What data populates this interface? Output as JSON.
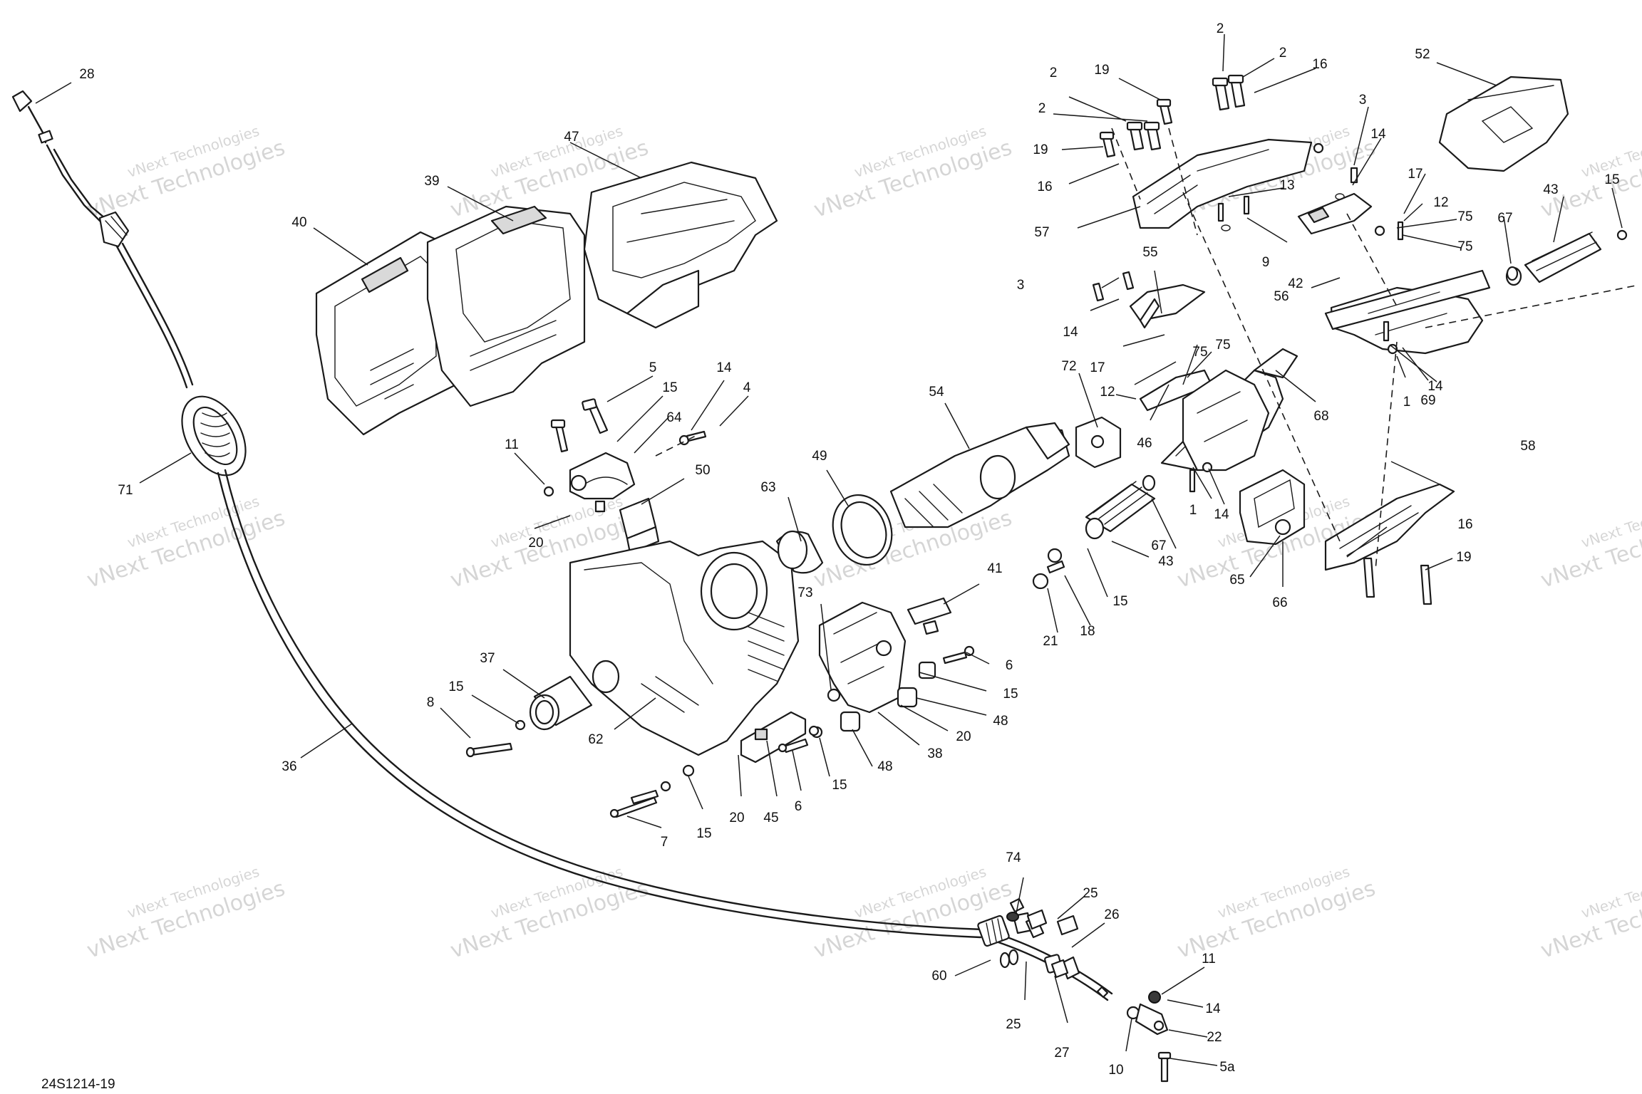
{
  "diagram": {
    "reference_code": "24S1214-19",
    "watermark": {
      "line1": "vNext Technologies",
      "line2": "vNext Technologies"
    },
    "callouts": [
      {
        "id": "c28",
        "label": "28"
      },
      {
        "id": "c47",
        "label": "47"
      },
      {
        "id": "c39",
        "label": "39"
      },
      {
        "id": "c40",
        "label": "40"
      },
      {
        "id": "c71",
        "label": "71"
      },
      {
        "id": "c36",
        "label": "36"
      },
      {
        "id": "c5",
        "label": "5"
      },
      {
        "id": "c15a",
        "label": "15"
      },
      {
        "id": "c14a",
        "label": "14"
      },
      {
        "id": "c4",
        "label": "4"
      },
      {
        "id": "c64",
        "label": "64"
      },
      {
        "id": "c11a",
        "label": "11"
      },
      {
        "id": "c50",
        "label": "50"
      },
      {
        "id": "c20a",
        "label": "20"
      },
      {
        "id": "c37",
        "label": "37"
      },
      {
        "id": "c15b",
        "label": "15"
      },
      {
        "id": "c8",
        "label": "8"
      },
      {
        "id": "c62",
        "label": "62"
      },
      {
        "id": "c63",
        "label": "63"
      },
      {
        "id": "c49",
        "label": "49"
      },
      {
        "id": "c54",
        "label": "54"
      },
      {
        "id": "c72",
        "label": "72"
      },
      {
        "id": "c73",
        "label": "73"
      },
      {
        "id": "c41",
        "label": "41"
      },
      {
        "id": "c6a",
        "label": "6"
      },
      {
        "id": "c15c",
        "label": "15"
      },
      {
        "id": "c48a",
        "label": "48"
      },
      {
        "id": "c20b",
        "label": "20"
      },
      {
        "id": "c38",
        "label": "38"
      },
      {
        "id": "c48b",
        "label": "48"
      },
      {
        "id": "c15d",
        "label": "15"
      },
      {
        "id": "c6b",
        "label": "6"
      },
      {
        "id": "c45",
        "label": "45"
      },
      {
        "id": "c20c",
        "label": "20"
      },
      {
        "id": "c15e",
        "label": "15"
      },
      {
        "id": "c7",
        "label": "7"
      },
      {
        "id": "c2a",
        "label": "2"
      },
      {
        "id": "c2b",
        "label": "2"
      },
      {
        "id": "c2c",
        "label": "2"
      },
      {
        "id": "c2d",
        "label": "2"
      },
      {
        "id": "c19a",
        "label": "19"
      },
      {
        "id": "c19b",
        "label": "19"
      },
      {
        "id": "c16a",
        "label": "16"
      },
      {
        "id": "c16b",
        "label": "16"
      },
      {
        "id": "c57",
        "label": "57"
      },
      {
        "id": "c13",
        "label": "13"
      },
      {
        "id": "c3a",
        "label": "3"
      },
      {
        "id": "c14b",
        "label": "14"
      },
      {
        "id": "c9",
        "label": "9"
      },
      {
        "id": "c52",
        "label": "52"
      },
      {
        "id": "c17a",
        "label": "17"
      },
      {
        "id": "c12a",
        "label": "12"
      },
      {
        "id": "c75a",
        "label": "75"
      },
      {
        "id": "c75b",
        "label": "75"
      },
      {
        "id": "c56",
        "label": "56"
      },
      {
        "id": "c42",
        "label": "42"
      },
      {
        "id": "c43a",
        "label": "43"
      },
      {
        "id": "c67a",
        "label": "67"
      },
      {
        "id": "c15f",
        "label": "15"
      },
      {
        "id": "c3b",
        "label": "3"
      },
      {
        "id": "c14c",
        "label": "14"
      },
      {
        "id": "c55",
        "label": "55"
      },
      {
        "id": "c17b",
        "label": "17"
      },
      {
        "id": "c12b",
        "label": "12"
      },
      {
        "id": "c75c",
        "label": "75"
      },
      {
        "id": "c75d",
        "label": "75"
      },
      {
        "id": "c46",
        "label": "46"
      },
      {
        "id": "c68",
        "label": "68"
      },
      {
        "id": "c69",
        "label": "69"
      },
      {
        "id": "c1a",
        "label": "1"
      },
      {
        "id": "c14d",
        "label": "14"
      },
      {
        "id": "c1b",
        "label": "1"
      },
      {
        "id": "c14e",
        "label": "14"
      },
      {
        "id": "c67b",
        "label": "67"
      },
      {
        "id": "c43b",
        "label": "43"
      },
      {
        "id": "c15g",
        "label": "15"
      },
      {
        "id": "c18",
        "label": "18"
      },
      {
        "id": "c21",
        "label": "21"
      },
      {
        "id": "c58",
        "label": "58"
      },
      {
        "id": "c16c",
        "label": "16"
      },
      {
        "id": "c19c",
        "label": "19"
      },
      {
        "id": "c65",
        "label": "65"
      },
      {
        "id": "c66",
        "label": "66"
      },
      {
        "id": "c74",
        "label": "74"
      },
      {
        "id": "c25a",
        "label": "25"
      },
      {
        "id": "c26",
        "label": "26"
      },
      {
        "id": "c11b",
        "label": "11"
      },
      {
        "id": "c14f",
        "label": "14"
      },
      {
        "id": "c60",
        "label": "60"
      },
      {
        "id": "c25b",
        "label": "25"
      },
      {
        "id": "c27",
        "label": "27"
      },
      {
        "id": "c10",
        "label": "10"
      },
      {
        "id": "c22",
        "label": "22"
      },
      {
        "id": "c5a",
        "label": "5a"
      }
    ]
  }
}
